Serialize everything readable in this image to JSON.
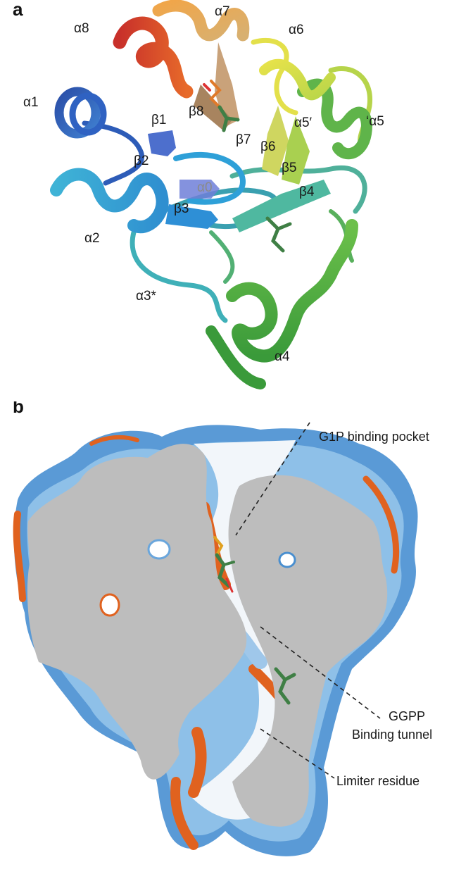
{
  "panels": {
    "a": {
      "letter": "a",
      "labels": {
        "a8": "α8",
        "a7": "α7",
        "a6": "α6",
        "a1": "α1",
        "b1": "β1",
        "b8": "β8",
        "b7": "β7",
        "b6": "β6",
        "a5p": "α5′",
        "a5q": "‘α5",
        "b2": "β2",
        "b5": "β5",
        "a0": "α0",
        "b4": "β4",
        "b3": "β3",
        "a2": "α2",
        "a3s": "α3*",
        "a4": "α4"
      }
    },
    "b": {
      "letter": "b",
      "annotations": {
        "g1p": "G1P binding pocket",
        "ggpp1": "GGPP",
        "ggpp2": "Binding tunnel",
        "limiter": "Limiter residue"
      }
    }
  },
  "colors": {
    "surface_grey": "#bdbdbd",
    "hydrophilic_blue": "#4a8fcf",
    "hydrophobic_orange": "#e0621f",
    "neutral_white": "#eef3f7",
    "ligand_green": "#3f7f45"
  }
}
